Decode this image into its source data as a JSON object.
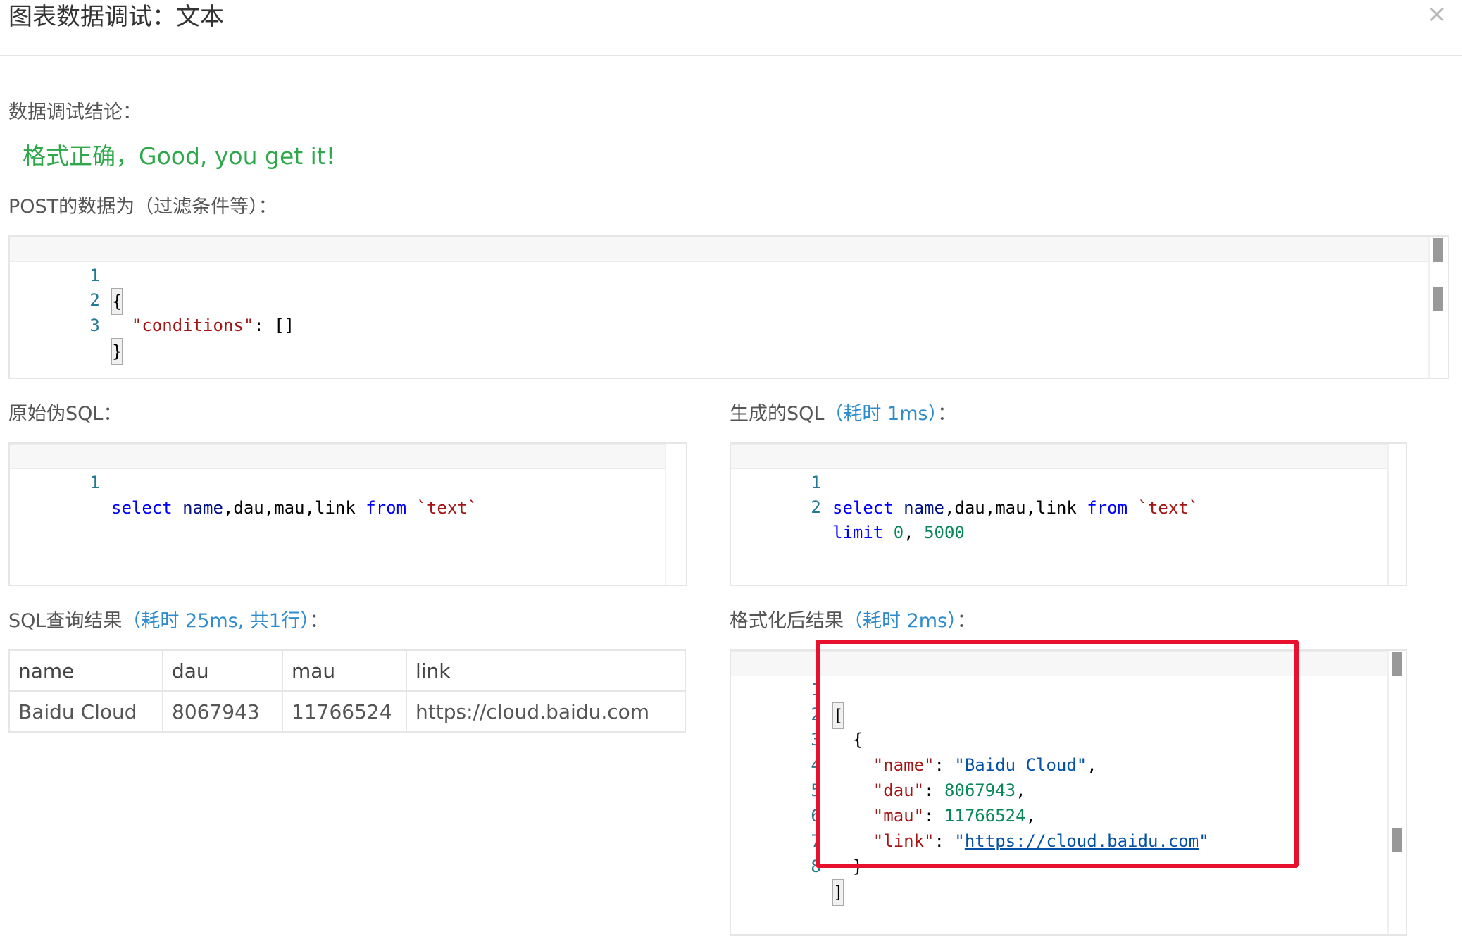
{
  "dialog": {
    "title": "图表数据调试：文本",
    "close_glyph": "×"
  },
  "conclusion": {
    "label": "数据调试结论：",
    "message": "格式正确，Good, you get it!"
  },
  "post_data": {
    "label": "POST的数据为（过滤条件等）：",
    "lines": [
      "1",
      "2",
      "3"
    ]
  },
  "raw_sql": {
    "label": "原始伪SQL：",
    "line_numbers": [
      "1"
    ]
  },
  "generated_sql": {
    "label": "生成的SQL",
    "timing": "（耗时 1ms）",
    "suffix": "：",
    "line_numbers": [
      "1",
      "2"
    ]
  },
  "query_result": {
    "label": "SQL查询结果",
    "timing": "（耗时 25ms, 共1行）",
    "suffix": "：",
    "columns": [
      "name",
      "dau",
      "mau",
      "link"
    ],
    "rows": [
      [
        "Baidu Cloud",
        "8067943",
        "11766524",
        "https://cloud.baidu.com"
      ]
    ]
  },
  "formatted_result": {
    "label": "格式化后结果",
    "timing": "（耗时 2ms）",
    "suffix": "：",
    "line_numbers": [
      "1",
      "2",
      "3",
      "4",
      "5",
      "6",
      "7",
      "8"
    ]
  },
  "colors": {
    "success": "#2ea84b",
    "accent": "#2f8ccc",
    "highlight_box": "#e8112d"
  }
}
